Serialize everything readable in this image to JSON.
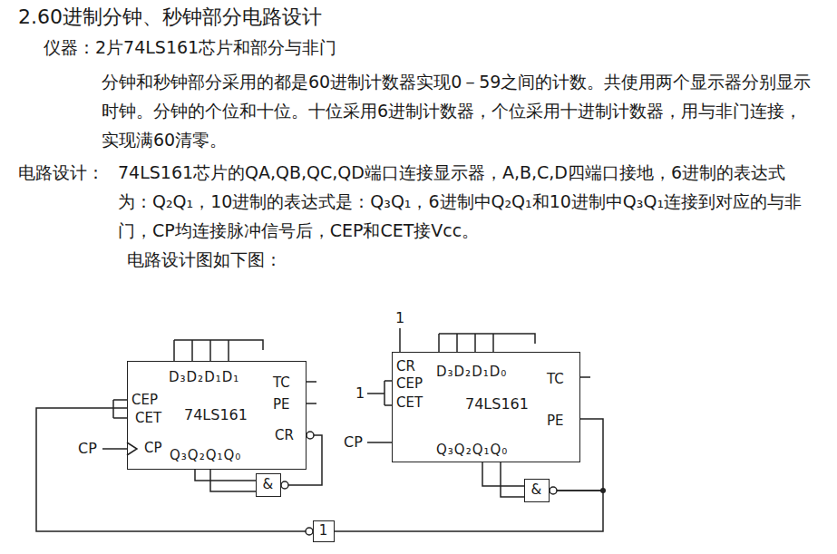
{
  "diagram": {
    "title": "2.60进制分钟、秒钟部分电路设计",
    "nodes": [
      {
        "text": [
          "D₃D₂D₁D₁",
          "CEP",
          "CET",
          "CP",
          "74LS161",
          "TC",
          "PE",
          "CR",
          "Q₃Q₂Q₁Q₀"
        ]
      },
      {
        "text": [
          "CR",
          "CEP",
          "CET",
          "D₃D₂D₁D₀",
          "74LS161",
          "TC",
          "PE",
          "Q₃Q₂Q₁Q₀"
        ]
      },
      {
        "text": [
          "&"
        ]
      },
      {
        "text": [
          "&"
        ]
      },
      {
        "text": [
          "1"
        ]
      }
    ],
    "edges": [
      {
        "from": 0,
        "to": 2,
        "arrow": "none"
      },
      {
        "from": 2,
        "to": 0,
        "arrow": "none"
      },
      {
        "from": 1,
        "to": 3,
        "arrow": "none"
      },
      {
        "from": 3,
        "to": 1,
        "arrow": "none"
      },
      {
        "from": 3,
        "to": 4,
        "arrow": "none"
      },
      {
        "from": 4,
        "to": 0,
        "arrow": "none"
      }
    ],
    "labels": [
      "仪器：2片74LS161芯片和部分与非门",
      "分钟和秒钟部分采用的都是60进制计数器实现0－59之间的计数。共使用两个显示器分别显示时钟。分钟的个位和十位。十位采用6进制计数器，个位采用十进制计数器，用与非门连接，实现满60清零。",
      "电路设计：",
      "74LS161芯片的QA,QB,QC,QD端口连接显示器，A,B,C,D四端口接地，6进制的表达式为：Q₂Q₁，10进制的表达式是：Q₃Q₁，6进制中Q₂Q₁和10进制中Q₃Q₁连接到对应的与非门，CP均连接脉冲信号后，CEP和CET接Vcc。",
      "电路设计图如下图：",
      "1",
      "1",
      "CP",
      "CP"
    ]
  }
}
